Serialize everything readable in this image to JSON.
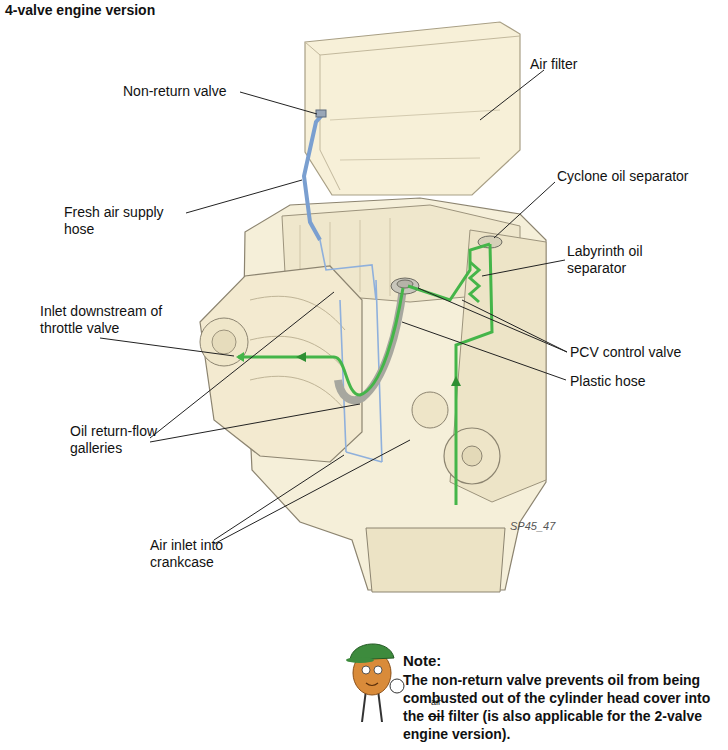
{
  "diagram": {
    "title": "4-valve engine version",
    "labels": [
      "Air filter",
      "Non-return valve",
      "Fresh air supply hose",
      "Cyclone oil separator",
      "Labyrinth oil separator",
      "Inlet downstream of throttle valve",
      "PCV control valve",
      "Plastic hose",
      "Oil return-flow galleries",
      "Air inlet into crankcase",
      "SP45_47",
      "Note:",
      "The non-return valve prevents oil from being combusted out of the cylinder head cover into the",
      "air",
      "oil",
      "filter (is also applicable for the 2-valve engine version)."
    ]
  }
}
